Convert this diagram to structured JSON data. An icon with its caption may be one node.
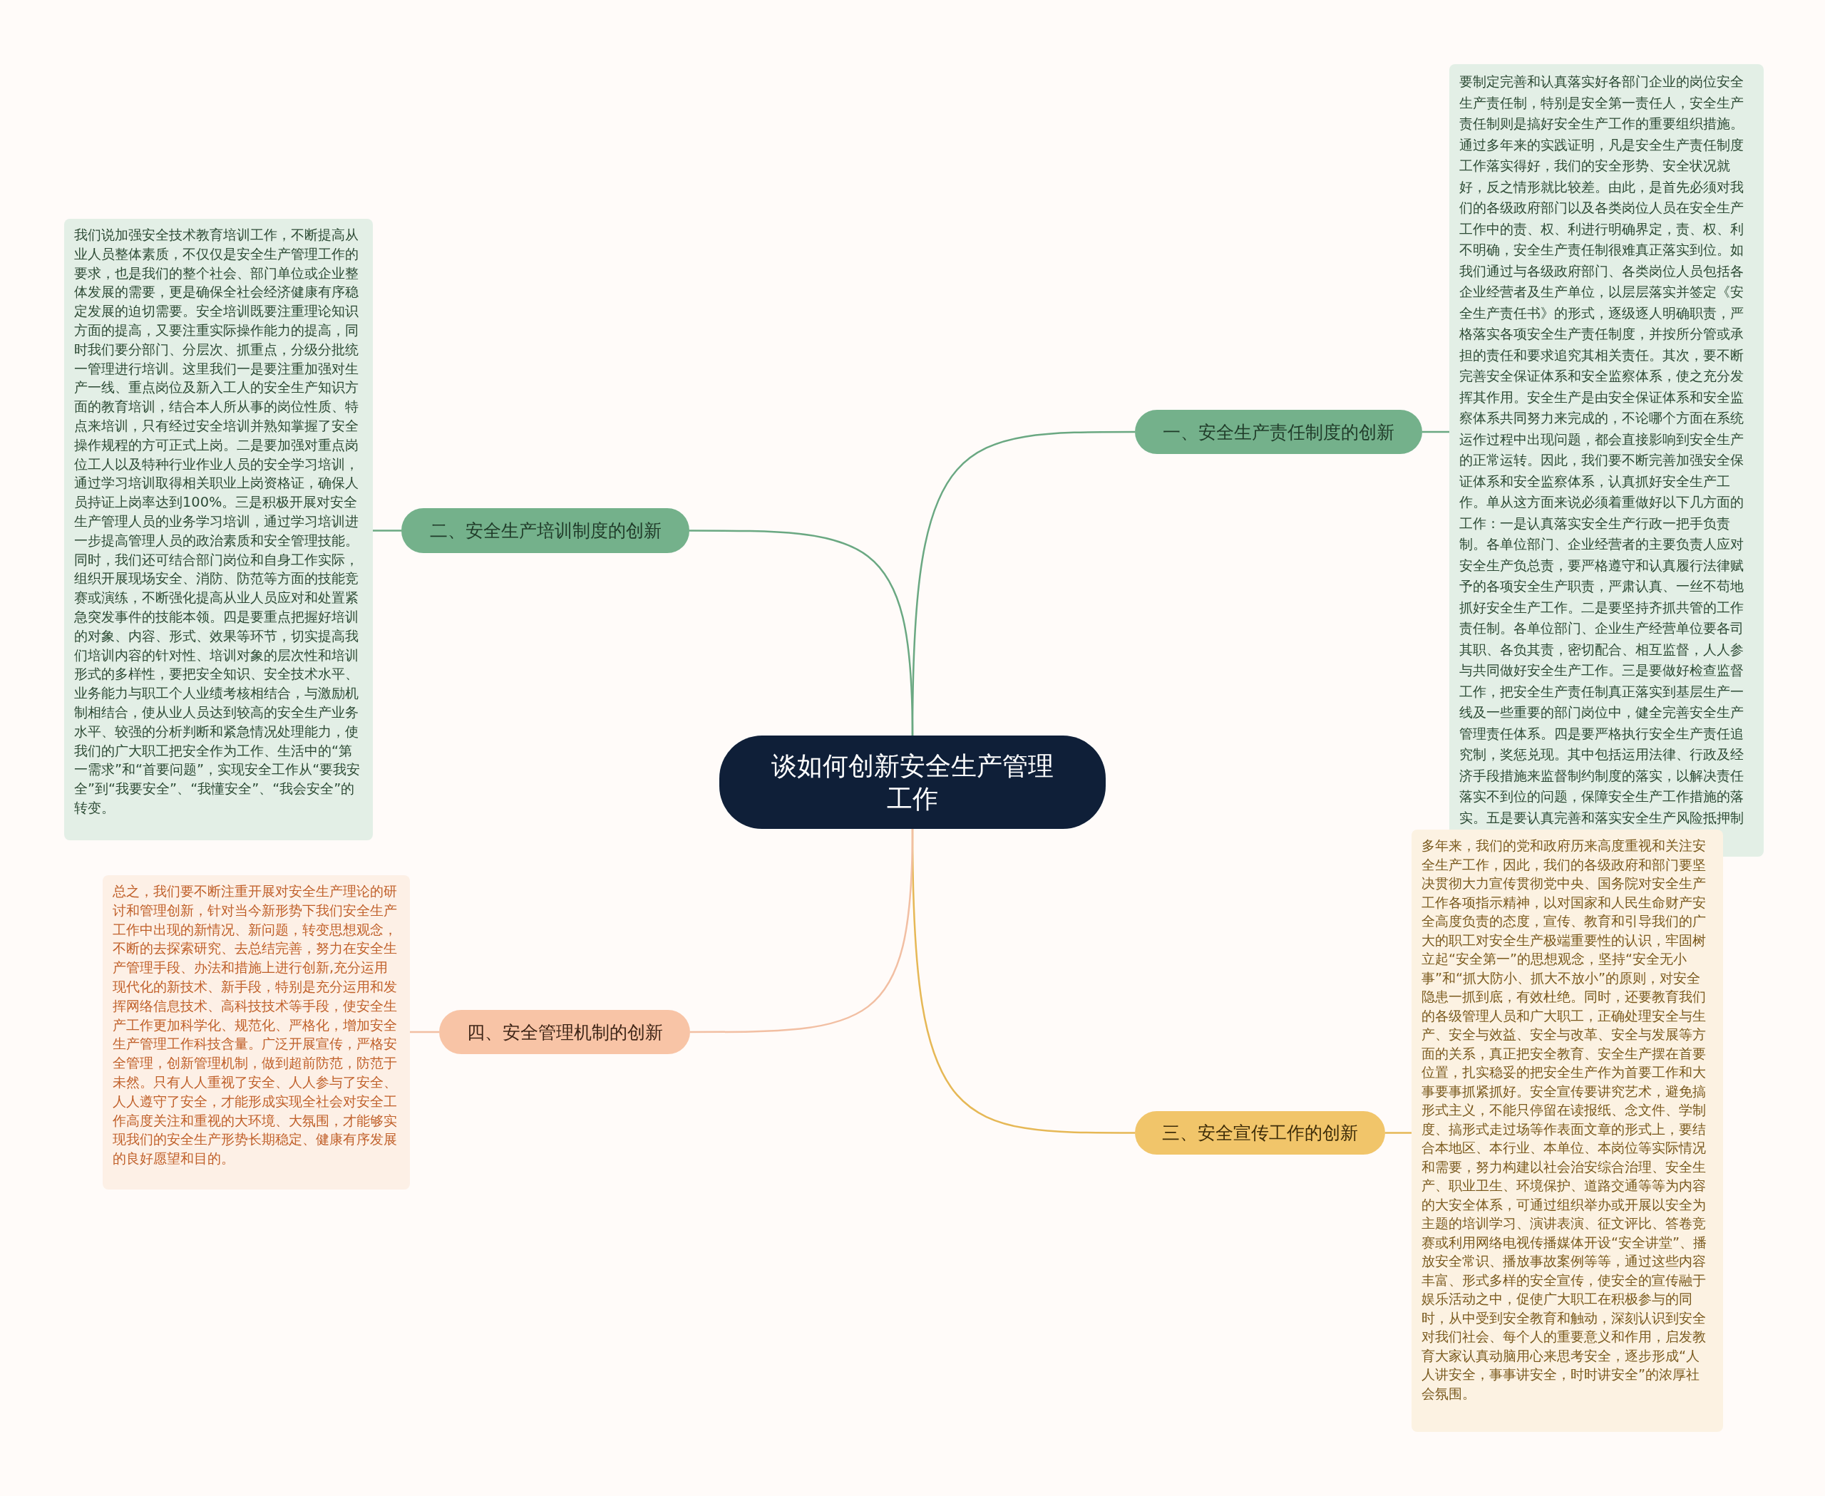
{
  "diagram": {
    "nodes": [
      {
        "text": [
          "谈如何创新安全生产管理工作"
        ]
      },
      {
        "text": [
          "一、安全生产责任制度的创新"
        ]
      },
      {
        "text": [
          "要制定完善和认真落实好各部门企业的岗位安全生产责任制，特别是安全第一责任人，安全生产责任制则是搞好安全生产工作的重要组织措施。通过多年来的实践证明，凡是安全生产责任制度工作落实得好，我们的安全形势、安全状况就好，反之情形就比较差。由此，是首先必须对我们的各级政府部门以及各类岗位人员在安全生产工作中的责、权、利进行明确界定，责、权、利不明确，安全生产责任制很难真正落实到位。如我们通过与各级政府部门、各类岗位人员包括各企业经营者及生产单位，以层层落实并签定《安全生产责任书》的形式，逐级逐人明确职责，严格落实各项安全生产责任制度，并按所分管或承担的责任和要求追究其相关责任。其次，要不断完善安全保证体系和安全监察体系，使之充分发挥其作用。安全生产是由安全保证体系和安全监察体系共同努力来完成的，不论哪个方面在系统运作过程中出现问题，都会直接影响到安全生产的正常运转。因此，我们要不断完善加强安全保证体系和安全监察体系，认真抓好安全生产工作。单从这方面来说必须着重做好以下几方面的工作：一是认真落实安全生产行政一把手负责制。各单位部门、企业经营者的主要负责人应对安全生产负总责，要严格遵守和认真履行法律赋予的各项安全生产职责，严肃认真、一丝不苟地抓好安全生产工作。二是要坚持齐抓共管的工作责任制。各单位部门、企业生产经营单位要各司其职、各负其责，密切配合、相互监督，人人参与共同做好安全生产工作。三是要做好检查监督工作，把安全生产责任制真正落实到基层生产一线及一些重要的部门岗位中，健全完善安全生产管理责任体系。四是要严格执行安全生产责任追究制，奖惩兑现。其中包括运用法律、行政及经济手段措施来监督制约制度的落实，以解决责任落实不到位的问题，保障安全生产工作措施的落实。五是要认真完善和落实安全生产风险抵押制度。"
        ]
      },
      {
        "text": [
          "二、安全生产培训制度的创新"
        ]
      },
      {
        "text": [
          "我们说加强安全技术教育培训工作，不断提高从业人员整体素质，不仅仅是安全生产管理工作的要求，也是我们的整个社会、部门单位或企业整体发展的需要，更是确保全社会经济健康有序稳定发展的迫切需要。安全培训既要注重理论知识方面的提高，又要注重实际操作能力的提高，同时我们要分部门、分层次、抓重点，分级分批统一管理进行培训。这里我们一是要注重加强对生产一线、重点岗位及新入工人的安全生产知识方面的教育培训，结合本人所从事的岗位性质、特点来培训，只有经过安全培训并熟知掌握了安全操作规程的方可正式上岗。二是要加强对重点岗位工人以及特种行业作业人员的安全学习培训，通过学习培训取得相关职业上岗资格证，确保人员持证上岗率达到100%。三是积极开展对安全生产管理人员的业务学习培训，通过学习培训进一步提高管理人员的政治素质和安全管理技能。同时，我们还可结合部门岗位和自身工作实际，组织开展现场安全、消防、防范等方面的技能竞赛或演练，不断强化提高从业人员应对和处置紧急突发事件的技能本领。四是要重点把握好培训的对象、内容、形式、效果等环节，切实提高我们培训内容的针对性、培训对象的层次性和培训形式的多样性，要把安全知识、安全技术水平、业务能力与职工个人业绩考核相结合，与激励机制相结合，使从业人员达到较高的安全生产业务水平、较强的分析判断和紧急情况处理能力，使我们的广大职工把安全作为工作、生活中的“第一需求”和“首要问题”，实现安全工作从“要我安全”到“我要安全”、“我懂安全”、“我会安全”的转变。"
        ]
      },
      {
        "text": [
          "三、安全宣传工作的创新"
        ]
      },
      {
        "text": [
          "多年来，我们的党和政府历来高度重视和关注安全生产工作，因此，我们的各级政府和部门要坚决贯彻大力宣传贯彻党中央、国务院对安全生产工作各项指示精神，以对国家和人民生命财产安全高度负责的态度，宣传、教育和引导我们的广大的职工对安全生产极端重要性的认识，牢固树立起“安全第一”的思想观念，坚持“安全无小事”和“抓大防小、抓大不放小”的原则，对安全隐患一抓到底，有效杜绝。同时，还要教育我们的各级管理人员和广大职工，正确处理安全与生产、安全与效益、安全与改革、安全与发展等方面的关系，真正把安全教育、安全生产摆在首要位置，扎实稳妥的把安全生产作为首要工作和大事要事抓紧抓好。安全宣传要讲究艺术，避免搞形式主义，不能只停留在读报纸、念文件、学制度、搞形式走过场等作表面文章的形式上，要结合本地区、本行业、本单位、本岗位等实际情况和需要，努力构建以社会治安综合治理、安全生产、职业卫生、环境保护、道路交通等等为内容的大安全体系，可通过组织举办或开展以安全为主题的培训学习、演讲表演、征文评比、答卷竞赛或利用网络电视传播媒体开设“安全讲堂”、播放安全常识、播放事故案例等等，通过这些内容丰富、形式多样的安全宣传，使安全的宣传融于娱乐活动之中，促使广大职工在积极参与的同时，从中受到安全教育和触动，深刻认识到安全对我们社会、每个人的重要意义和作用，启发教育大家认真动脑用心来思考安全，逐步形成“人人讲安全，事事讲安全，时时讲安全”的浓厚社会氛围。"
        ]
      },
      {
        "text": [
          "四、安全管理机制的创新"
        ]
      },
      {
        "text": [
          "总之，我们要不断注重开展对安全生产理论的研讨和管理创新，针对当今新形势下我们安全生产工作中出现的新情况、新问题，转变思想观念，不断的去探索研究、去总结完善，努力在安全生产管理手段、办法和措施上进行创新,充分运用现代化的新技术、新手段，特别是充分运用和发挥网络信息技术、高科技技术等手段，使安全生产工作更加科学化、规范化、严格化，增加安全生产管理工作科技含量。广泛开展宣传，严格安全管理，创新管理机制，做到超前防范，防范于未然。只有人人重视了安全、人人参与了安全、人人遵守了安全，才能形成实现全社会对安全工作高度关注和重视的大环境、大氛围，才能够实现我们的安全生产形势长期稳定、健康有序发展的良好愿望和目的。"
        ]
      }
    ],
    "edges": [
      {
        "from": 0,
        "to": 1,
        "arrow": "none",
        "color": "#6aa882"
      },
      {
        "from": 1,
        "to": 2,
        "arrow": "none",
        "color": "#6aa882"
      },
      {
        "from": 0,
        "to": 3,
        "arrow": "none",
        "color": "#6aa882"
      },
      {
        "from": 3,
        "to": 4,
        "arrow": "none",
        "color": "#6aa882"
      },
      {
        "from": 0,
        "to": 5,
        "arrow": "none",
        "color": "#e6b856"
      },
      {
        "from": 5,
        "to": 6,
        "arrow": "none",
        "color": "#e6b856"
      },
      {
        "from": 0,
        "to": 7,
        "arrow": "none",
        "color": "#f2bfa3"
      },
      {
        "from": 7,
        "to": 8,
        "arrow": "none",
        "color": "#f2bfa3"
      }
    ]
  }
}
